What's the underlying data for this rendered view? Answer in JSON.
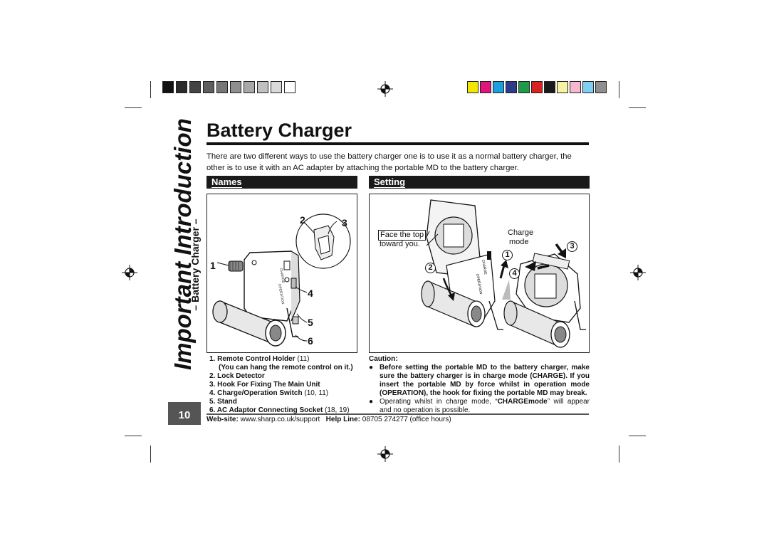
{
  "colors": {
    "gray_swatches": [
      "#111111",
      "#2b2b2b",
      "#444444",
      "#5e5e5e",
      "#777777",
      "#8f8f8f",
      "#a8a8a8",
      "#c0c0c0",
      "#d9d9d9",
      "#ffffff"
    ],
    "color_swatches": [
      "#f4e600",
      "#e0157c",
      "#1aa0dc",
      "#2e3a8c",
      "#1e9a48",
      "#d8221f",
      "#1a1a1a",
      "#f7f2a4",
      "#f5b8cc",
      "#7fd0f0",
      "#8f8f8f"
    ]
  },
  "sidebar": {
    "section_title": "Important Introduction",
    "subsection": "– Battery Charger –",
    "page_number": "10"
  },
  "page": {
    "title": "Battery Charger",
    "intro": "There are two different ways to use the battery charger one is to use it as a normal battery charger, the other is to use it with an AC adapter by attaching the portable MD to the battery charger."
  },
  "names": {
    "heading": "Names",
    "callouts": [
      "1",
      "2",
      "3",
      "4",
      "5",
      "6"
    ],
    "items": [
      {
        "label": "1. Remote Control Holder",
        "pages": "(11)"
      },
      {
        "label": "(You can hang the remote control on it.)",
        "pages": ""
      },
      {
        "label": "2. Lock Detector",
        "pages": ""
      },
      {
        "label": "3. Hook For Fixing The Main Unit",
        "pages": ""
      },
      {
        "label": "4. Charge/Operation Switch",
        "pages": "(10, 11)"
      },
      {
        "label": "5. Stand",
        "pages": ""
      },
      {
        "label": "6. AC Adaptor Connecting Socket",
        "pages": "(18, 19)"
      }
    ]
  },
  "setting": {
    "heading": "Setting",
    "face_label_1": "Face the top",
    "face_label_2": "toward you.",
    "mode_label_1": "Charge",
    "mode_label_2": "mode",
    "steps": [
      "1",
      "2",
      "3",
      "4"
    ]
  },
  "caution": {
    "title": "Caution:",
    "bullet": "●",
    "item1": "Before setting the portable MD to the battery charger, make sure the battery charger is in charge mode (CHARGE). If you insert the portable MD by force whilst in operation mode (OPERATION), the hook for fixing the portable MD may break.",
    "item2_pre": "Operating whilst in charge mode, “",
    "item2_bold": "CHARGEmode",
    "item2_post": "” will appear and no operation is possible."
  },
  "footer": {
    "website_label": "Web-site:",
    "website": "www.sharp.co.uk/support",
    "helpline_label": "Help Line:",
    "helpline": "08705 274277 (office hours)"
  }
}
